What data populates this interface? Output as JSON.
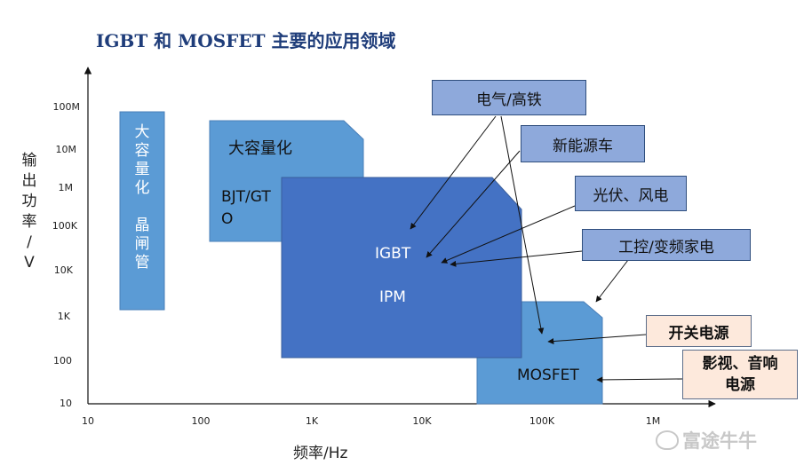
{
  "title": "IGBT 和 MOSFET 主要的应用领域",
  "y_axis_label": [
    "输",
    "出",
    "功",
    "率",
    "/",
    "V"
  ],
  "x_axis_label": "频率/Hz",
  "y_ticks": [
    "100M",
    "10M",
    "1M",
    "100K",
    "10K",
    "1K",
    "100",
    "10"
  ],
  "x_ticks": [
    "10",
    "100",
    "1K",
    "10K",
    "100K",
    "1M"
  ],
  "regions": {
    "thyristor": [
      "大",
      "容",
      "量",
      "化",
      "",
      "晶",
      "闸",
      "管"
    ],
    "bjt_title": "大容量化",
    "bjt_line1": "BJT/GT",
    "bjt_line2": "O",
    "igbt": "IGBT",
    "ipm": "IPM",
    "mosfet": "MOSFET"
  },
  "applications": {
    "rail": "电气/高铁",
    "ev": "新能源车",
    "pv": "光伏、风电",
    "industrial": "工控/变频家电",
    "smps": "开关电源",
    "av_line1": "影视、音响",
    "av_line2": "电源"
  },
  "watermark": "富途牛牛",
  "colors": {
    "light_blue": "#5b9bd5",
    "mid_blue": "#4a86cb",
    "dark_blue": "#4472c4",
    "label_fill": "#8ea9db",
    "highlight_fill": "#fde9dc",
    "title": "#1f3d7a"
  }
}
